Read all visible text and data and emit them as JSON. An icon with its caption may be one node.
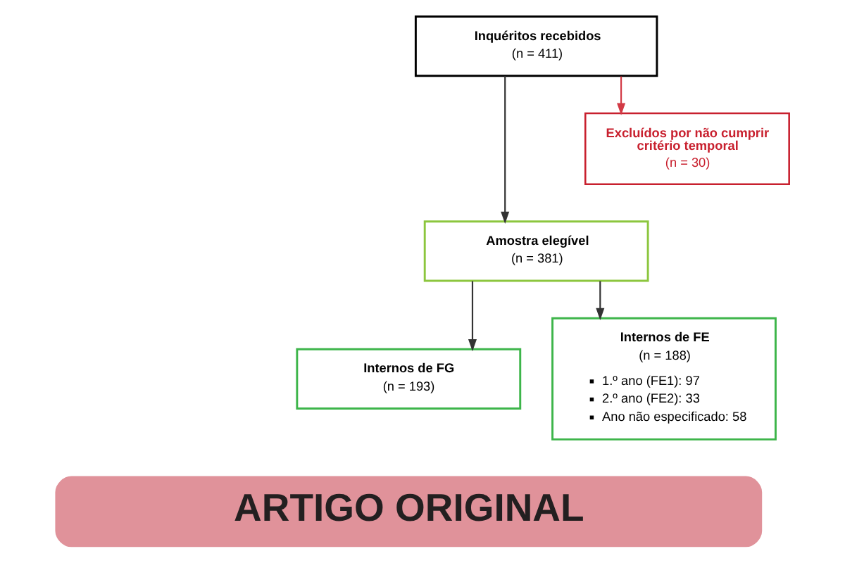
{
  "diagram": {
    "nodes": [
      {
        "text": [
          "Inquéritos recebidos",
          "(n = 411)"
        ]
      },
      {
        "text": [
          "Excluídos por não cumprir critério temporal",
          "(n = 30)"
        ]
      },
      {
        "text": [
          "Amostra elegível",
          "(n = 381)"
        ]
      },
      {
        "text": [
          "Internos de FG",
          "(n = 193)"
        ]
      },
      {
        "text": [
          "Internos de FE",
          "(n = 188)",
          "1.º ano (FE1): 97",
          "2.º ano (FE2): 33",
          "Ano não especificado: 58"
        ]
      },
      {
        "text": [
          "ARTIGO ORIGINAL"
        ]
      }
    ],
    "edges": [
      {
        "from": 0,
        "to": 2,
        "arrow": "to"
      },
      {
        "from": 0,
        "to": 1,
        "arrow": "to",
        "color": "#d23a45"
      },
      {
        "from": 2,
        "to": 3,
        "arrow": "to"
      },
      {
        "from": 2,
        "to": 4,
        "arrow": "to"
      }
    ]
  }
}
